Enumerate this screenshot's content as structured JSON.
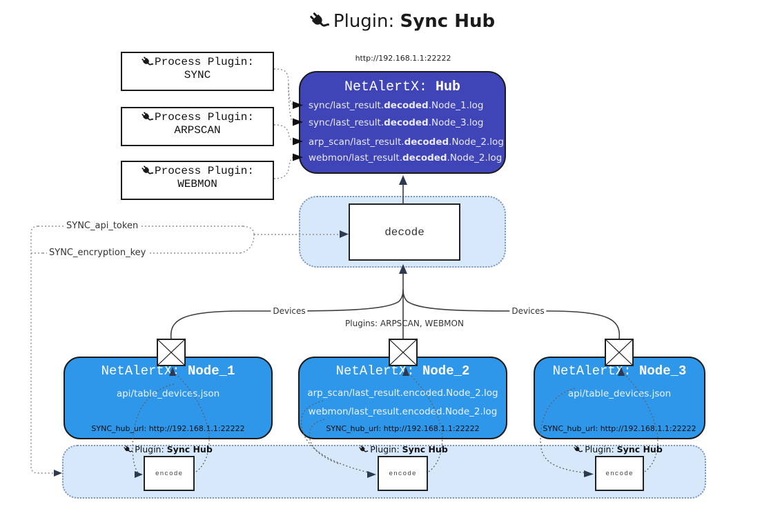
{
  "title": {
    "prefix": "Plugin: ",
    "bold": "Sync Hub"
  },
  "hub": {
    "url": "http://192.168.1.1:22222",
    "title_prefix": "NetAlertX: ",
    "title_bold": "Hub",
    "lines": [
      {
        "pre": "sync/last_result.",
        "bold": "decoded",
        "post": ".Node_1.log"
      },
      {
        "pre": "sync/last_result.",
        "bold": "decoded",
        "post": ".Node_3.log"
      },
      {
        "pre": "arp_scan/last_result.",
        "bold": "decoded",
        "post": ".Node_2.log"
      },
      {
        "pre": "webmon/last_result.",
        "bold": "decoded",
        "post": ".Node_2.log"
      }
    ]
  },
  "process_plugins": [
    {
      "label": "Process Plugin:",
      "name": "SYNC"
    },
    {
      "label": "Process Plugin:",
      "name": "ARPSCAN"
    },
    {
      "label": "Process Plugin:",
      "name": "WEBMON"
    }
  ],
  "decode": {
    "label": "decode"
  },
  "config": {
    "api_token": "SYNC_api_token",
    "encryption_key": "SYNC_encryption_key"
  },
  "edges": {
    "devices_left": "Devices",
    "devices_right": "Devices",
    "plugins": "Plugins: ARPSCAN, WEBMON"
  },
  "nodes": [
    {
      "title_prefix": "NetAlertX: ",
      "name": "Node_1",
      "lines": [
        "api/table_devices.json"
      ],
      "hub_url": "SYNC_hub_url: http://192.168.1.1:22222"
    },
    {
      "title_prefix": "NetAlertX: ",
      "name": "Node_2",
      "lines": [
        "arp_scan/last_result.encoded.Node_2.log",
        "webmon/last_result.encoded.Node_2.log"
      ],
      "hub_url": "SYNC_hub_url: http://192.168.1.1:22222"
    },
    {
      "title_prefix": "NetAlertX: ",
      "name": "Node_3",
      "lines": [
        "api/table_devices.json"
      ],
      "hub_url": "SYNC_hub_url: http://192.168.1.1:22222"
    }
  ],
  "band": {
    "plugin_prefix": "Plugin: ",
    "plugin_bold": "Sync Hub",
    "encode_label": "encode"
  },
  "colors": {
    "hub_fill": "#3f44b6",
    "node_fill": "#2e97ea",
    "panel_fill": "#d6e8fa",
    "panel_border": "#7f96b2",
    "box_border": "#1a1a1a",
    "wire": "#3d3d3d",
    "wire_dotted": "#8f8f8f",
    "arrow": "#2c3950",
    "hub_text": "#e9e9f7",
    "node_text": "#eef4fb"
  }
}
